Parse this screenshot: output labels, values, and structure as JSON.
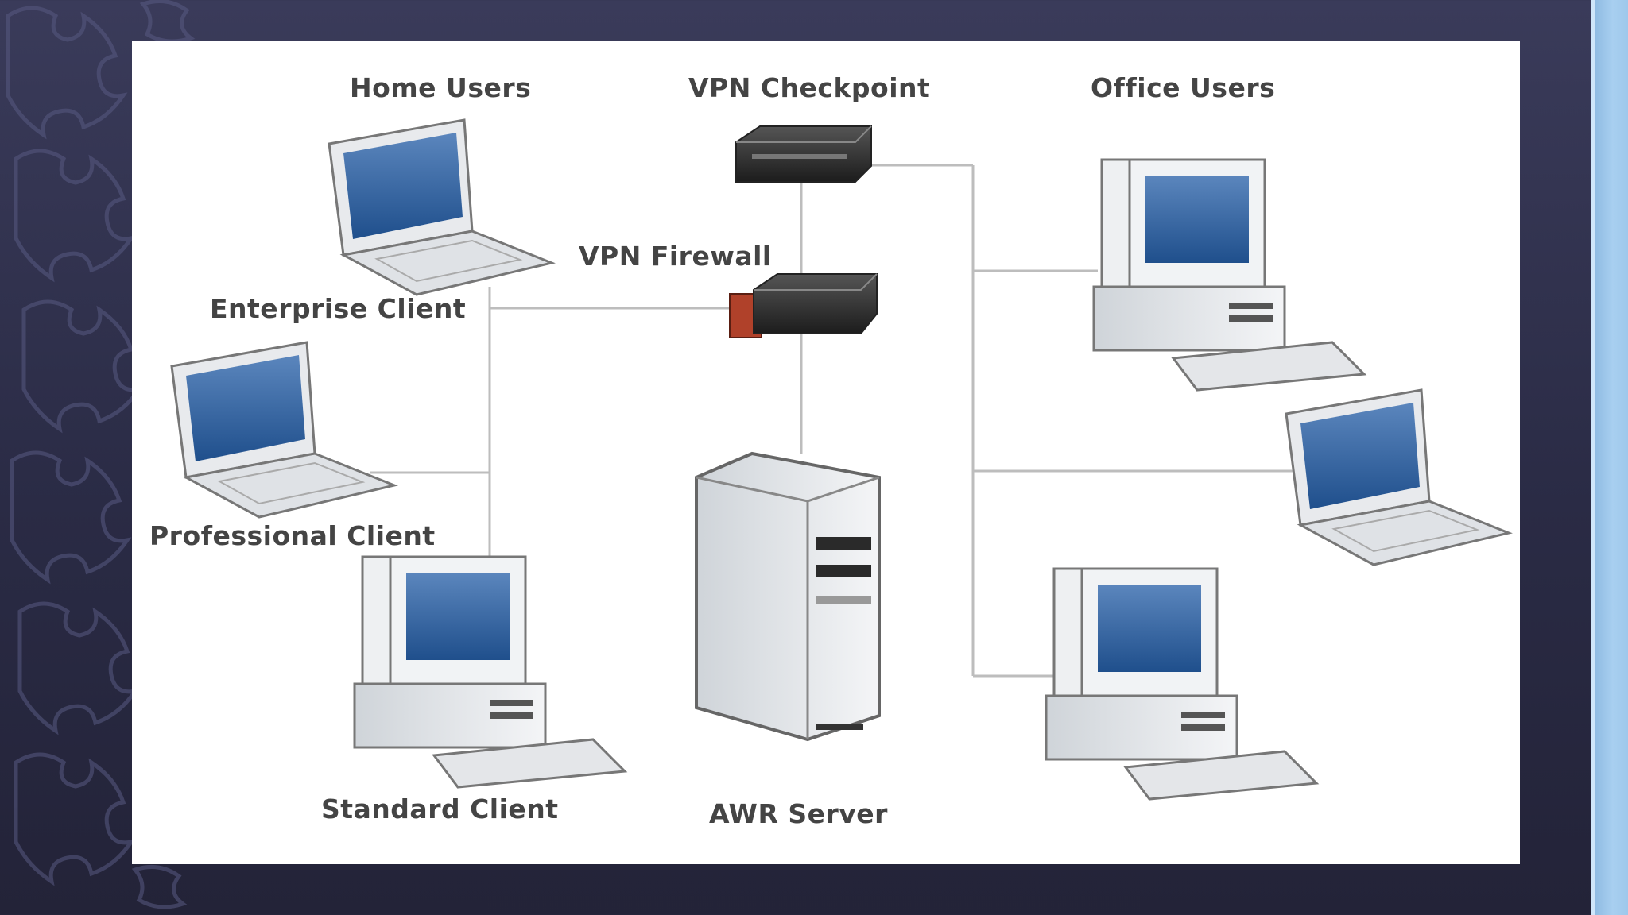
{
  "colors": {
    "background": "#2d2e48",
    "panel": "#ffffff",
    "accent_strip": "#9cc6ea",
    "screen": "#2f5f9a",
    "device_body": "#e6e9ec",
    "firewall_accent": "#b0412a",
    "connector": "#b9b9b9"
  },
  "diagram": {
    "labels": {
      "home_users": "Home Users",
      "vpn_checkpoint": "VPN Checkpoint",
      "office_users": "Office Users",
      "vpn_firewall": "VPN Firewall",
      "enterprise_client": "Enterprise Client",
      "professional_client": "Professional Client",
      "standard_client": "Standard Client",
      "awr_server": "AWR Server"
    },
    "icons": {
      "enterprise_client": "laptop-icon",
      "professional_client": "laptop-icon",
      "standard_client": "desktop-computer-icon",
      "vpn_checkpoint": "network-appliance-icon",
      "vpn_firewall": "firewall-appliance-icon",
      "awr_server": "tower-server-icon",
      "office_desktop_1": "desktop-computer-icon",
      "office_laptop": "laptop-icon",
      "office_desktop_2": "desktop-computer-icon"
    }
  }
}
